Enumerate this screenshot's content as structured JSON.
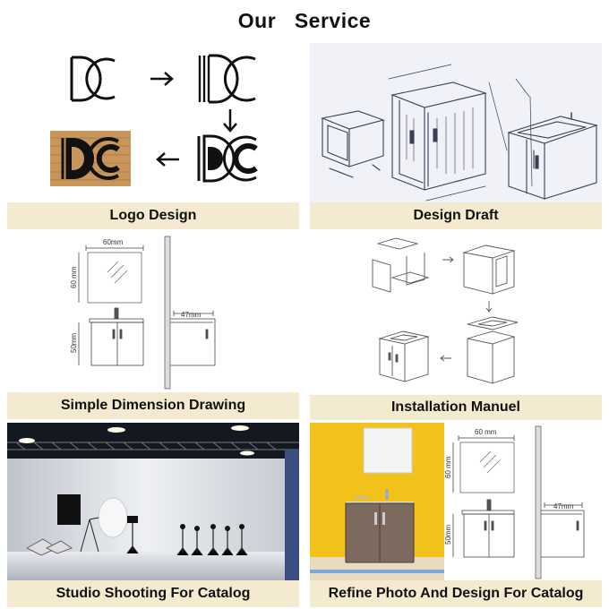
{
  "page": {
    "title": "Our   Service"
  },
  "sections": [
    {
      "id": "logo",
      "caption": "Logo Design"
    },
    {
      "id": "draft",
      "caption": "Design Draft"
    },
    {
      "id": "dimension",
      "caption": "Simple Dimension Drawing"
    },
    {
      "id": "installation",
      "caption": "Installation Manuel"
    },
    {
      "id": "studio",
      "caption": "Studio Shooting For Catalog"
    },
    {
      "id": "refine",
      "caption": "Refine Photo And Design For Catalog"
    }
  ],
  "logo_panel": {
    "mark_text": "DC"
  },
  "dimension_labels": {
    "width": "60mm",
    "mirror_height": "60 mm",
    "cabinet_height": "50mm",
    "depth": "47mm"
  },
  "refine_labels": {
    "width": "60 mm",
    "mirror_height": "60 mm",
    "cabinet_height": "50mm",
    "depth": "47mm"
  },
  "colors": {
    "caption_bg": "#f4ead0",
    "wall_yellow": "#f2c21a",
    "wood": "#c8965a",
    "ink": "#111111"
  }
}
